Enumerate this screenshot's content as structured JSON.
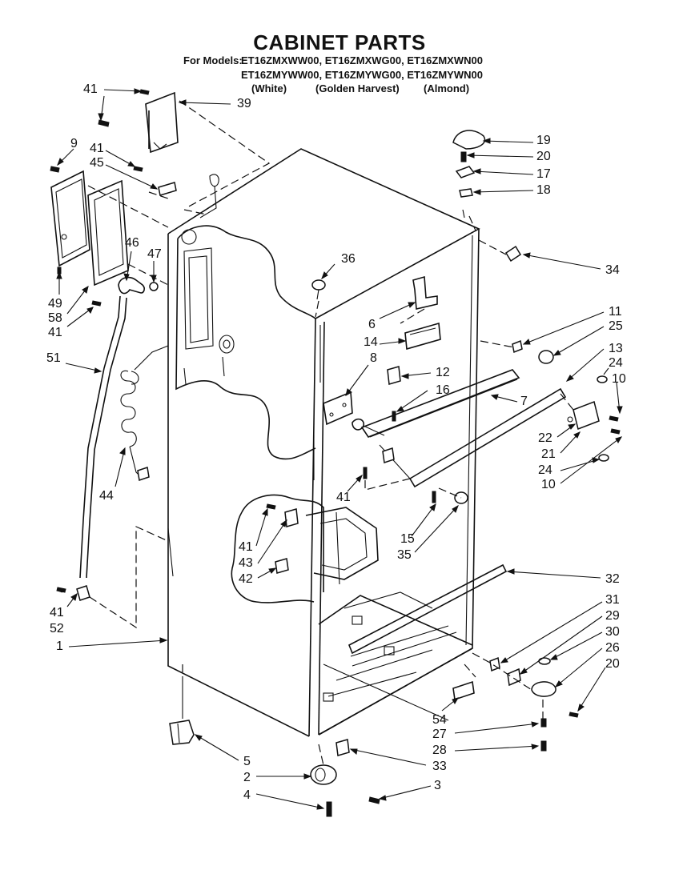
{
  "header": {
    "title": "CABINET PARTS",
    "models_prefix": "For Models:",
    "models_row1": "ET16ZMXWW00, ET16ZMXWG00, ET16ZMXWN00",
    "models_row2": "ET16ZMYWW00, ET16ZMYWG00, ET16ZMYWN00",
    "color_white": "(White)",
    "color_golden": "(Golden Harvest)",
    "color_almond": "(Almond)"
  },
  "callouts": {
    "c41a": "41",
    "c39": "39",
    "c9": "9",
    "c41b": "41",
    "c45": "45",
    "c46": "46",
    "c47": "47",
    "c49": "49",
    "c58": "58",
    "c41c": "41",
    "c51": "51",
    "c44": "44",
    "c36": "36",
    "c6": "6",
    "c14": "14",
    "c8": "8",
    "c12": "12",
    "c16": "16",
    "c7": "7",
    "c41d": "41",
    "c19": "19",
    "c20a": "20",
    "c17": "17",
    "c18": "18",
    "c34": "34",
    "c11": "11",
    "c25": "25",
    "c13": "13",
    "c24a": "24",
    "c10a": "10",
    "c22": "22",
    "c21": "21",
    "c24b": "24",
    "c10b": "10",
    "c15": "15",
    "c35": "35",
    "c41e": "41",
    "c43": "43",
    "c42": "42",
    "c32": "32",
    "c31": "31",
    "c29": "29",
    "c30": "30",
    "c26": "26",
    "c20b": "20",
    "c41f": "41",
    "c52": "52",
    "c1": "1",
    "c54": "54",
    "c27": "27",
    "c28": "28",
    "c33": "33",
    "c5": "5",
    "c2": "2",
    "c3": "3",
    "c4": "4"
  }
}
